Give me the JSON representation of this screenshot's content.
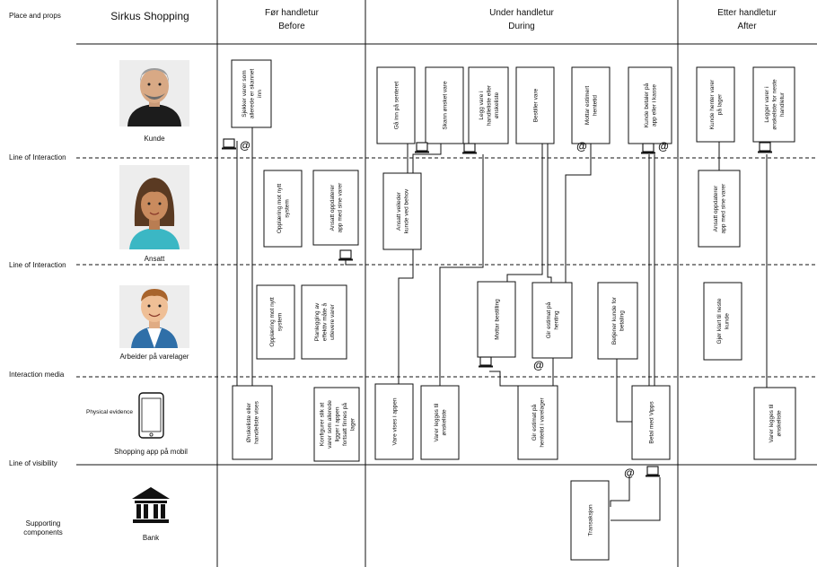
{
  "title": "Sirkus Shopping",
  "corner_label": "Place and props",
  "phases": [
    {
      "no": "Før handletur",
      "en": "Before"
    },
    {
      "no": "Under handletur",
      "en": "During"
    },
    {
      "no": "Etter handletur",
      "en": "After"
    }
  ],
  "lanes": {
    "line_interaction_1": "Line of Interaction",
    "line_interaction_2": "Line of Interaction",
    "interaction_media": "Interaction media",
    "line_visibility": "Line of visibility",
    "supporting": [
      "Supporting",
      "components"
    ],
    "physical_evidence": "Physical evidence"
  },
  "actors": {
    "kunde": "Kunde",
    "ansatt": "Ansatt",
    "arbeider": "Arbeider på varelager",
    "app": "Shopping app på mobil",
    "bank": "Bank"
  },
  "boxes": {
    "b1": [
      "Sjekker varer som",
      "allerede er skannet",
      "inn"
    ],
    "b2": [
      "Opplæring mot nytt",
      "system"
    ],
    "b3": [
      "Ansatt oppdaterer",
      "app med sine varer"
    ],
    "b4": [
      "Opplæring mot nytt",
      "system"
    ],
    "b5": [
      "Planlegging av",
      "effektiv måte å",
      "utlevere varer"
    ],
    "b6": [
      "Ønskeliste eller",
      "handleliste vises"
    ],
    "b7": [
      "Konfigurer slik at",
      "varer som allerede",
      "ligger i appen",
      "fortsatt finnes på",
      "lager"
    ],
    "c1": [
      "Gå inn på senteret"
    ],
    "c2": [
      "Skann ønsket vare"
    ],
    "c3": [
      "Legg vare i",
      "handleliste eller",
      "ønskeliste"
    ],
    "c4": [
      "Bestiller vare"
    ],
    "c5": [
      "Mottar estimert",
      "hentetid"
    ],
    "c6": [
      "Kunde betaler på",
      "app eller i kasse"
    ],
    "c7": [
      "Ansatt veileder",
      "kunde ved behov"
    ],
    "c8": [
      "Mottar bestilling"
    ],
    "c9": [
      "Gir estimat på",
      "henting"
    ],
    "c10": [
      "Betjener kunde for",
      "betaling"
    ],
    "c11": [
      "Vare vises i appen"
    ],
    "c12": [
      "Varer legges til",
      "ønskeliste"
    ],
    "c13": [
      "Gir estimat på",
      "hentetid i varelager"
    ],
    "c14": [
      "Betal med Vipps"
    ],
    "c15": [
      "Transaksjon"
    ],
    "d1": [
      "Kunde henter varer",
      "på lager"
    ],
    "d2": [
      "Legger varer i",
      "ønskeliste for neste",
      "handletur"
    ],
    "d3": [
      "Ansatt oppdaterer",
      "app med sine varer"
    ],
    "d4": [
      "Gjør klart til neste",
      "kunde"
    ],
    "d5": [
      "Varer legges til",
      "ønskeliste"
    ]
  },
  "icons": {
    "person_icons": [
      "customer-avatar-icon",
      "employee-avatar-icon",
      "warehouse-worker-avatar-icon"
    ],
    "media_icons": [
      "laptop-icon",
      "at-sign-icon",
      "smartphone-icon",
      "bank-icon"
    ]
  },
  "at_symbol": "@"
}
